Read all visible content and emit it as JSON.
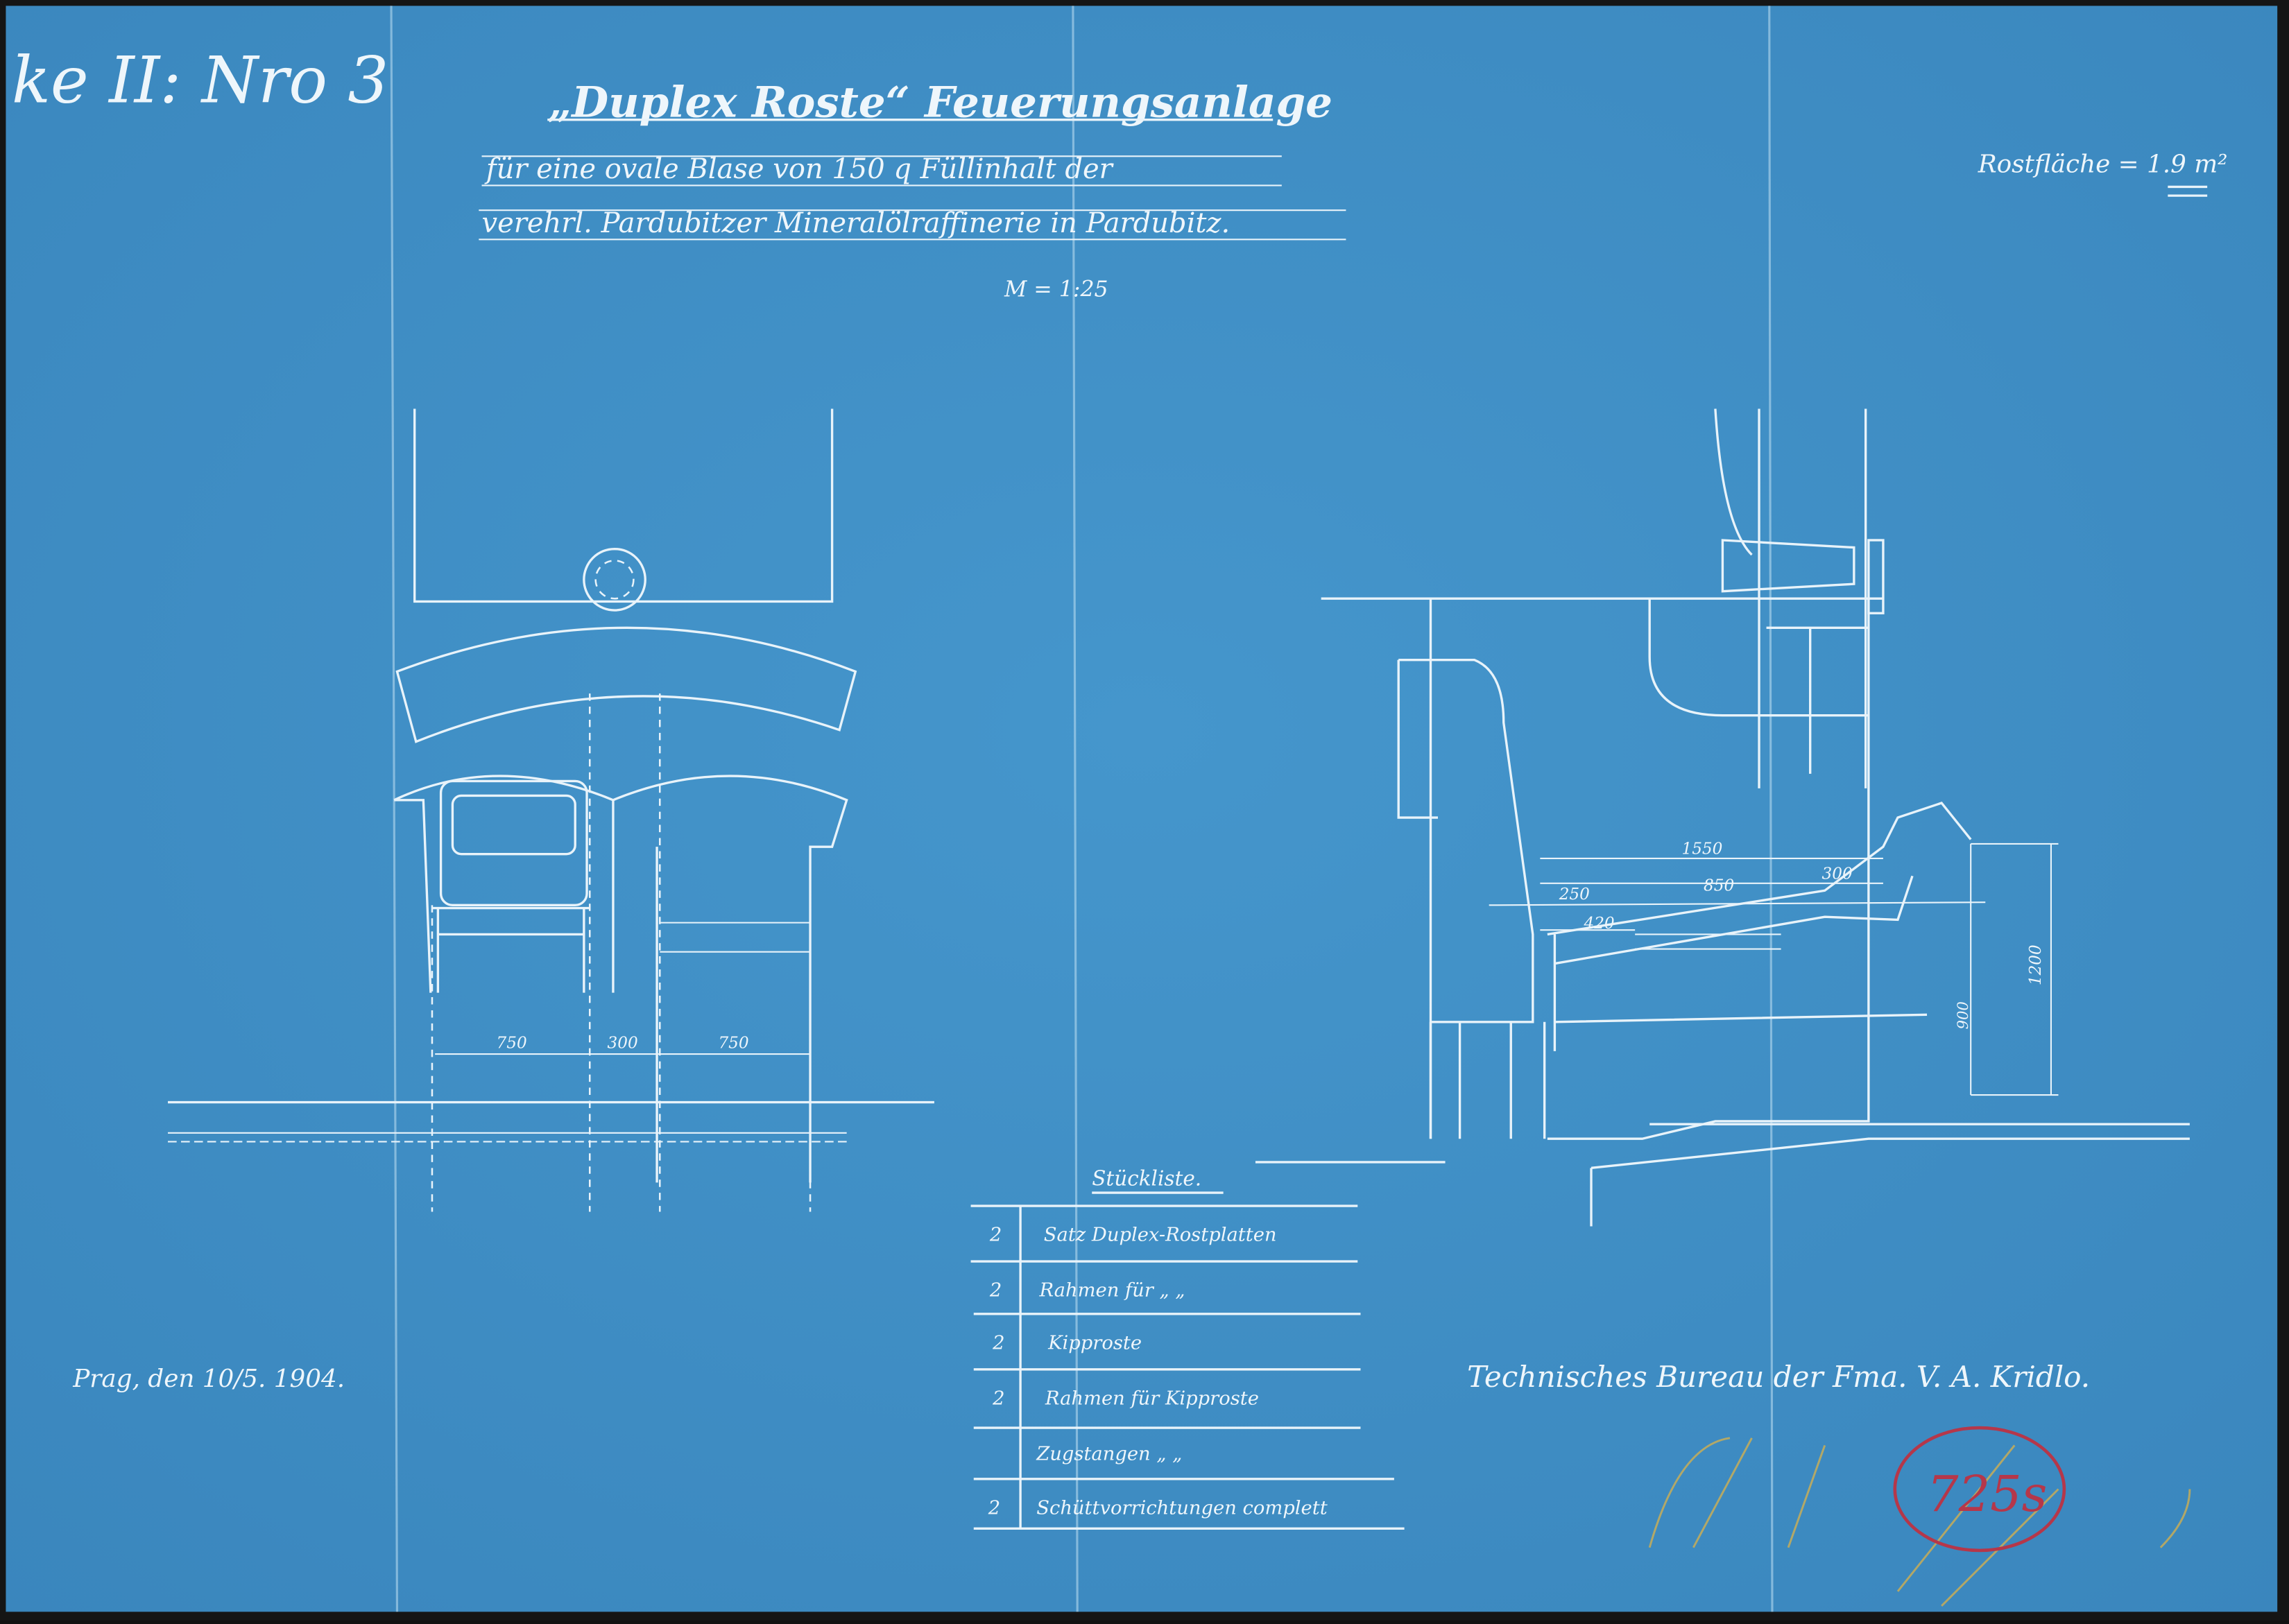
{
  "sheet_ref": "ke II: Nro 3",
  "title": "„Duplex Roste“ Feuerungsanlage",
  "subtitle_line1": "für eine ovale Blase von 150 q Füllinhalt der",
  "subtitle_line2": "verehrl. Pardubitzer Mineralölraffinerie in Pardubitz.",
  "scale": "M = 1:25",
  "grate_area": "Rostfläche = 1.9 m²",
  "front_view_dims": {
    "left": "750",
    "middle": "300",
    "right": "750"
  },
  "section_dims": {
    "d1550": "1550",
    "d850": "850",
    "d300": "300",
    "d250": "250",
    "d420": "420",
    "d900": "900",
    "d1200": "1200"
  },
  "parts_list": {
    "title": "Stückliste.",
    "rows": [
      {
        "qty": "2",
        "item": "Satz Duplex-Rostplatten"
      },
      {
        "qty": "2",
        "item": "Rahmen für  „        „"
      },
      {
        "qty": "2",
        "item": "Kipproste"
      },
      {
        "qty": "2",
        "item": "Rahmen für Kipproste"
      },
      {
        "qty": "",
        "item": "Zugstangen  „        „"
      },
      {
        "qty": "2",
        "item": "Schüttvorrichtungen complett"
      }
    ]
  },
  "place_date": "Prag, den 10/5. 1904.",
  "office": "Technisches Bureau der Fma. V. A. Kridlo.",
  "stamp": "725s",
  "colors": {
    "paper": "#3f8fc6",
    "line": "#e8f3fa",
    "stamp": "#b5374a",
    "pencil": "#d9b24a"
  }
}
